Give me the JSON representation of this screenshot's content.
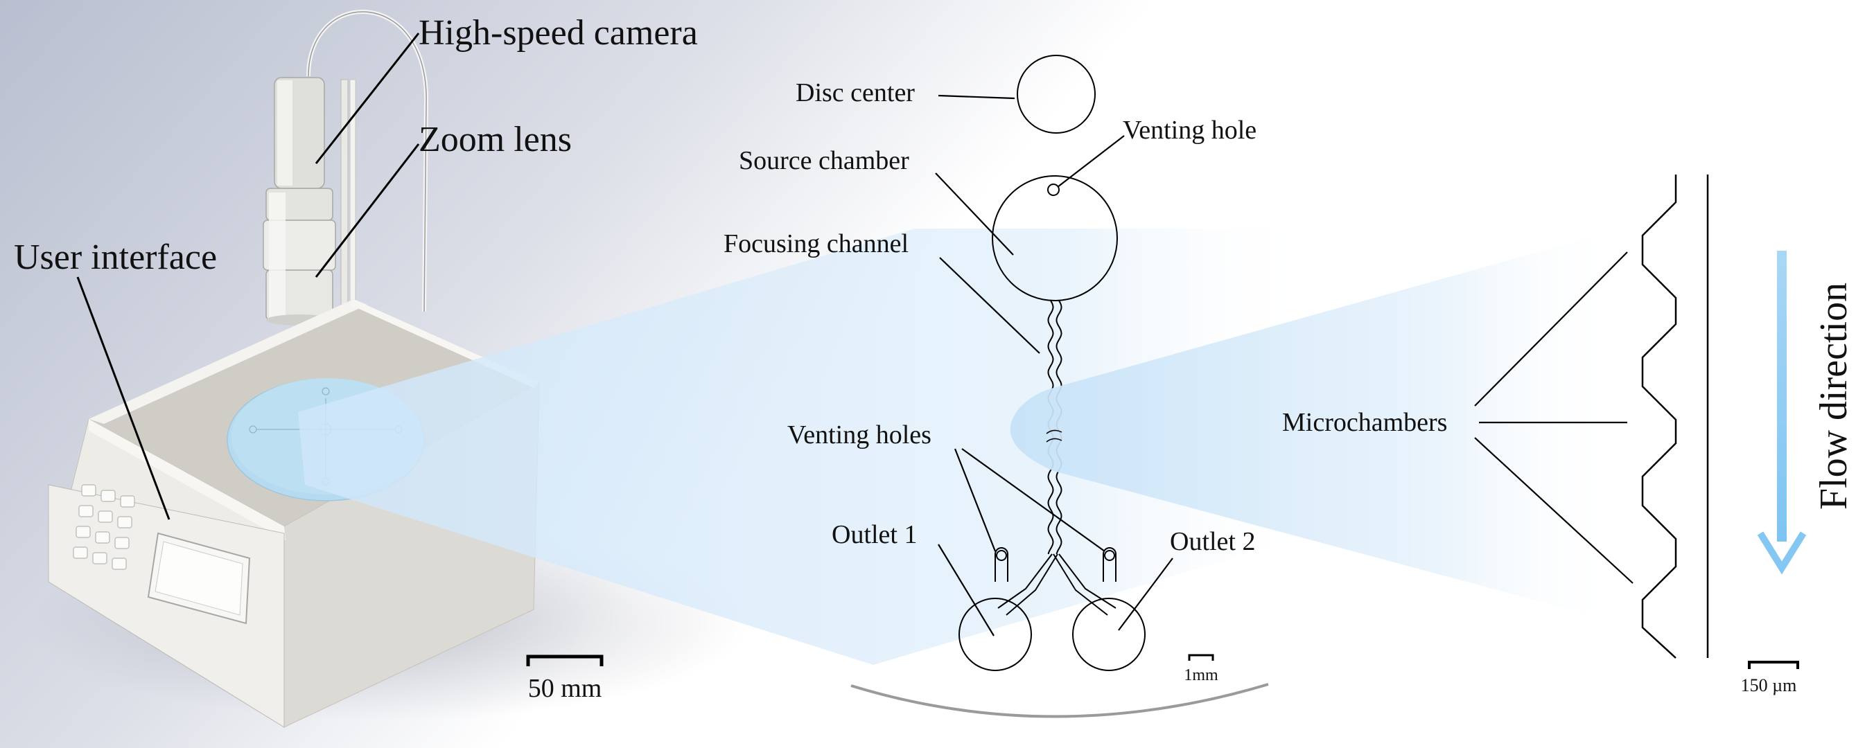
{
  "apparatus": {
    "labels": {
      "camera": "High-speed camera",
      "zoom_lens": "Zoom lens",
      "user_interface": "User interface"
    },
    "scale_bar": "50 mm"
  },
  "chip": {
    "labels": {
      "disc_center": "Disc center",
      "venting_hole": "Venting hole",
      "source_chamber": "Source chamber",
      "focusing_channel": "Focusing channel",
      "venting_holes": "Venting holes",
      "outlet_1": "Outlet 1",
      "outlet_2": "Outlet 2"
    },
    "scale_bar": "1mm"
  },
  "detail": {
    "labels": {
      "microchambers": "Microchambers",
      "flow_direction": "Flow direction"
    },
    "scale_bar": "150 µm"
  },
  "colors": {
    "zoom_beam": "#cfe6fa",
    "flow_arrow": "#a9d7f6",
    "box": "#e2e1dc",
    "disc": "#bcdff2"
  }
}
